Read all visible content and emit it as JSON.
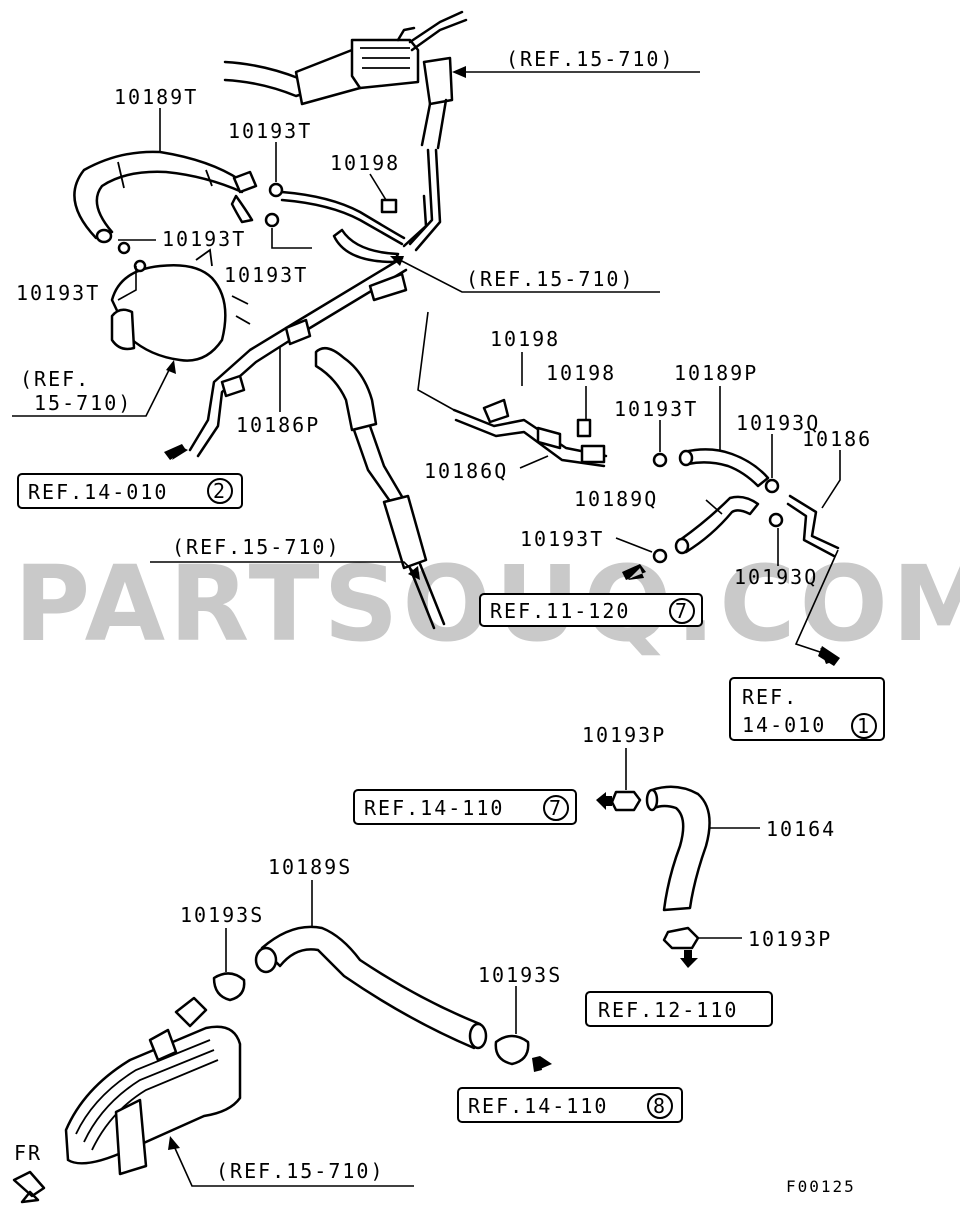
{
  "watermark": "PARTSOUQ.COM",
  "figure_code": "F00125",
  "orientation_label": "FR",
  "part_labels": {
    "p10189T": "10189T",
    "p10193T_a": "10193T",
    "p10198_a": "10198",
    "p10193T_b": "10193T",
    "p10193T_c": "10193T",
    "p10193T_d": "10193T",
    "p10186P": "10186P",
    "p10198_b": "10198",
    "p10198_c": "10198",
    "p10189P": "10189P",
    "p10193T_e": "10193T",
    "p10193Q_a": "10193Q",
    "p10186": "10186",
    "p10186Q": "10186Q",
    "p10189Q": "10189Q",
    "p10193T_f": "10193T",
    "p10193Q_b": "10193Q",
    "p10193P_a": "10193P",
    "p10164": "10164",
    "p10193P_b": "10193P",
    "p10189S": "10189S",
    "p10193S_a": "10193S",
    "p10193S_b": "10193S"
  },
  "references": {
    "r_top": "(REF.15-710)",
    "r_mid": "(REF.15-710)",
    "r_left_1": "(REF.",
    "r_left_2": "15-710)",
    "r_center": "(REF.15-710)",
    "r_bottom": "(REF.15-710)"
  },
  "ref_boxes": {
    "b1": {
      "text": "REF.14-010",
      "num": "2"
    },
    "b2": {
      "text": "REF.11-120",
      "num": "7"
    },
    "b3": {
      "line1": "REF.",
      "line2": "14-010",
      "num": "1"
    },
    "b4": {
      "text": "REF.14-110",
      "num": "7"
    },
    "b5": {
      "text": "REF.12-110"
    },
    "b6": {
      "text": "REF.14-110",
      "num": "8"
    }
  }
}
